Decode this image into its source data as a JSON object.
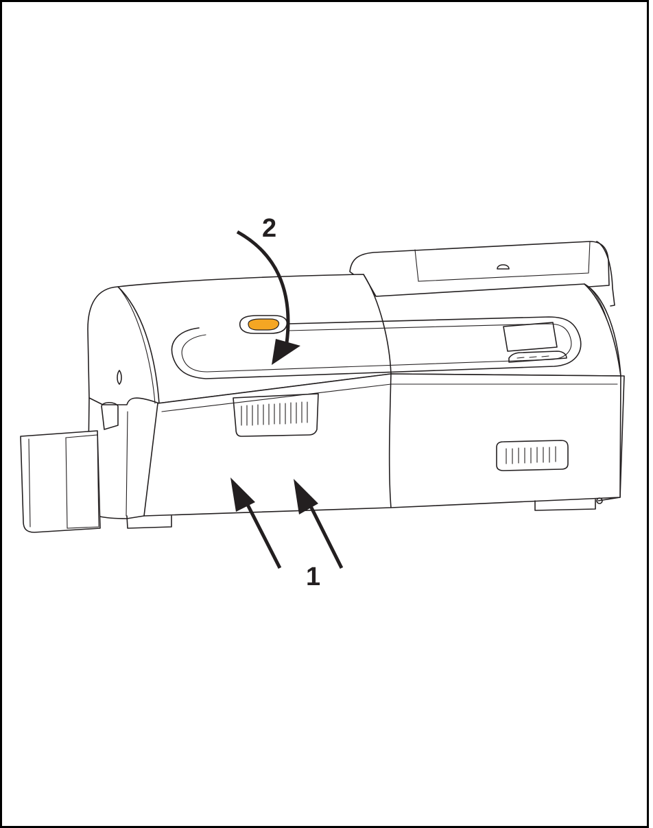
{
  "figure": {
    "callouts": [
      {
        "id": "callout-1",
        "label": "1"
      },
      {
        "id": "callout-2",
        "label": "2"
      }
    ],
    "colors": {
      "line": "#231f20",
      "button": "#f5a623",
      "border": "#000000",
      "background": "#ffffff"
    },
    "device_icon": "card-printer-illustration"
  }
}
